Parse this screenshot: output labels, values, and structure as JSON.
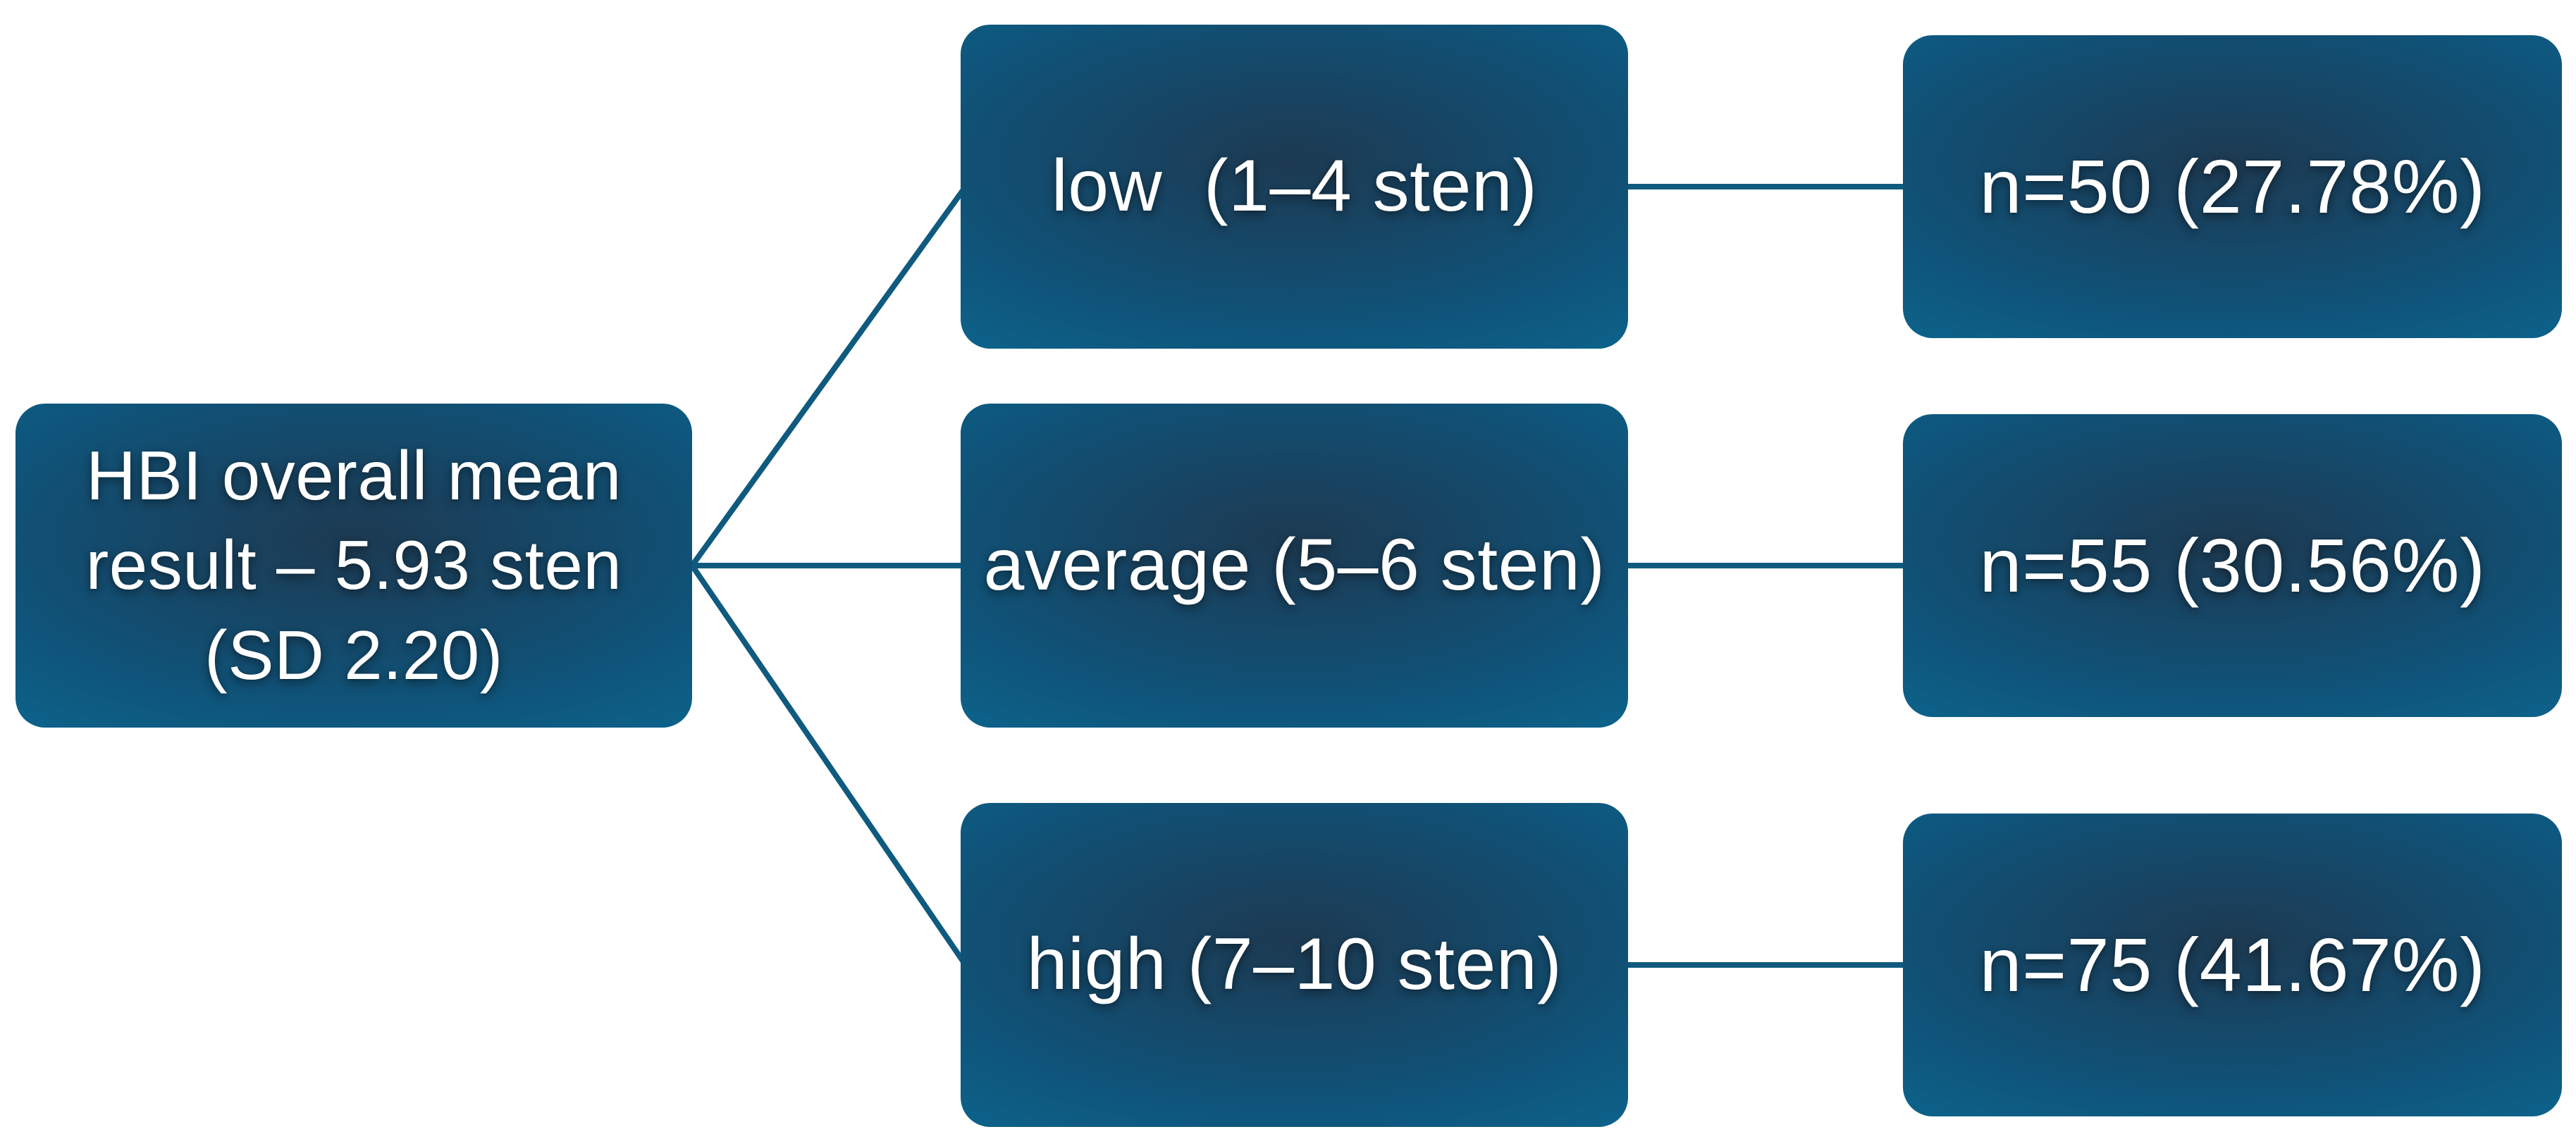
{
  "diagram": {
    "root": {
      "label": "HBI overall mean result – 5.93 sten (SD 2.20)"
    },
    "branches": [
      {
        "label": "low  (1–4 sten)",
        "count": "n=50 (27.78%)"
      },
      {
        "label": "average (5–6 sten)",
        "count": "n=55 (30.56%)"
      },
      {
        "label": "high (7–10 sten)",
        "count": "n=75 (41.67%)"
      }
    ],
    "colors": {
      "node_fill_center": "#1d3a52",
      "node_fill_edge": "#0d6189",
      "connector": "#0f5a7e",
      "label_text": "#ffffff",
      "background": "#ffffff"
    }
  }
}
